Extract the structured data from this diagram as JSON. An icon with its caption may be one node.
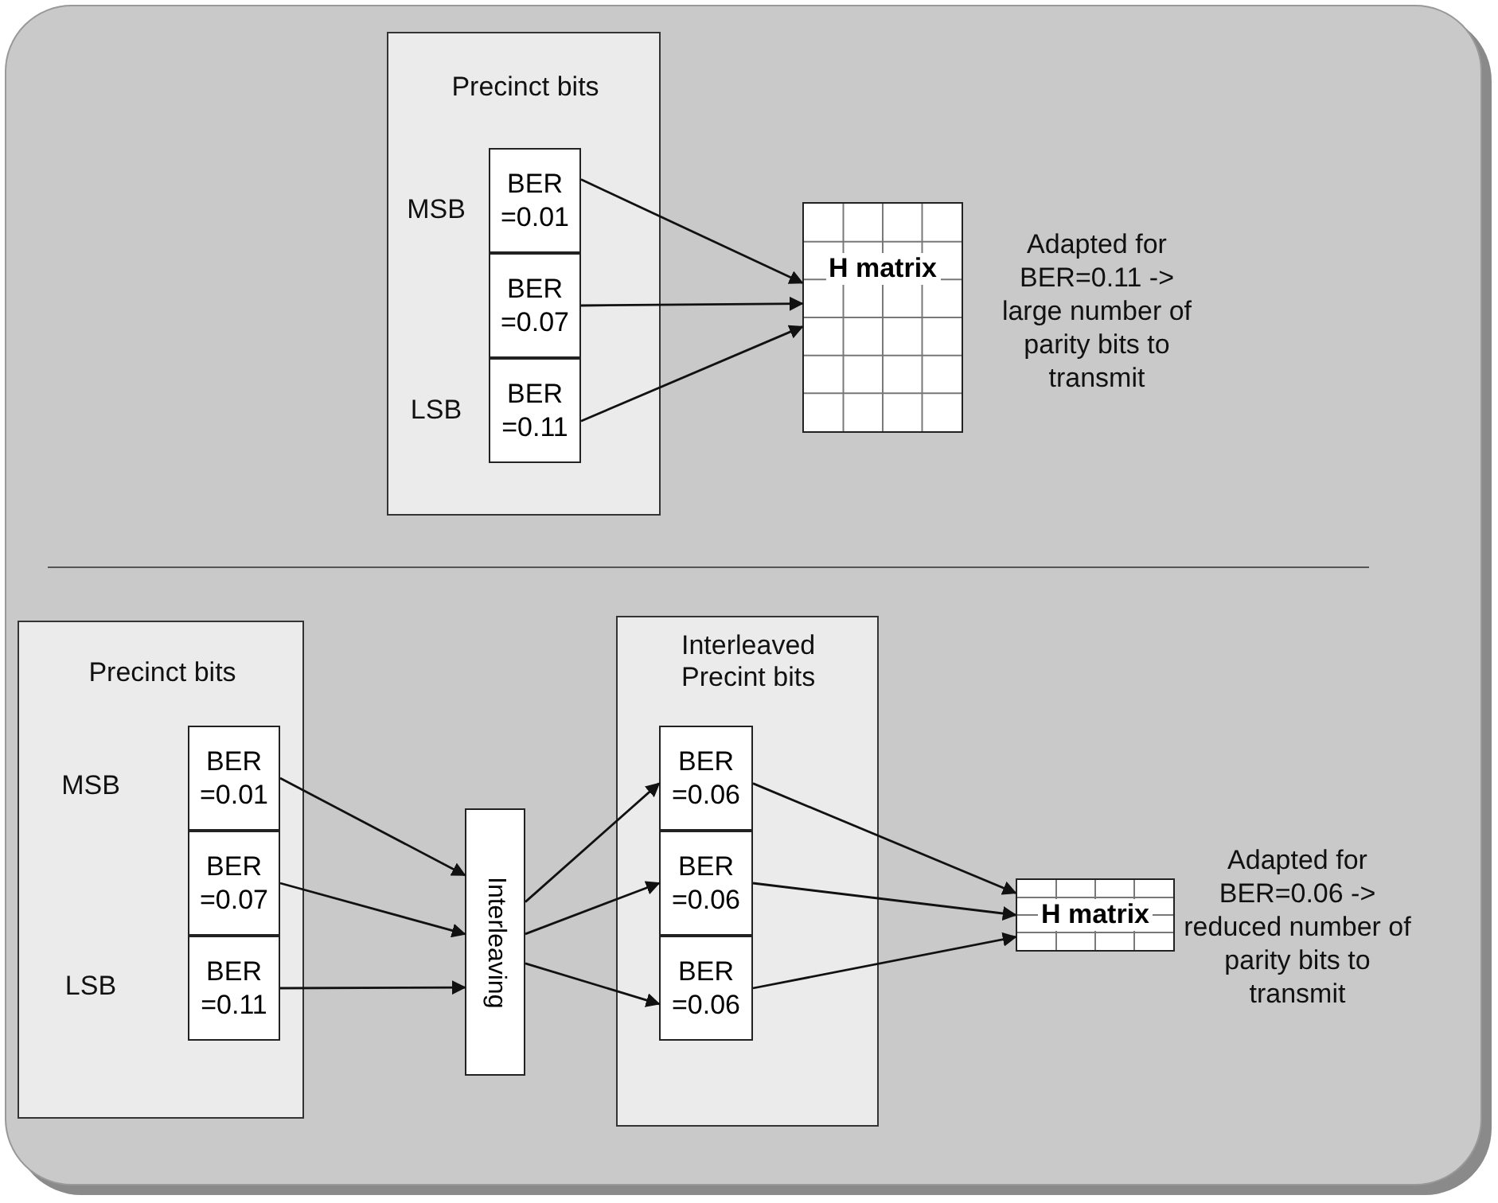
{
  "diagram": {
    "nodes": [
      {
        "text": [
          "Precinct bits"
        ]
      },
      {
        "text": [
          "BER =0.01"
        ],
        "in": 0,
        "beside": [
          "MSB"
        ]
      },
      {
        "text": [
          "BER =0.07"
        ],
        "in": 0
      },
      {
        "text": [
          "BER =0.11"
        ],
        "in": 0,
        "beside": [
          "LSB"
        ]
      },
      {
        "text": [
          "H matrix"
        ],
        "beside": [
          "Adapted for BER=0.11 -> large number of parity bits to transmit"
        ]
      },
      {
        "text": [
          "Precinct bits"
        ]
      },
      {
        "text": [
          "BER =0.01"
        ],
        "in": 5,
        "beside": [
          "MSB"
        ]
      },
      {
        "text": [
          "BER =0.07"
        ],
        "in": 5
      },
      {
        "text": [
          "BER =0.11"
        ],
        "in": 5,
        "beside": [
          "LSB"
        ]
      },
      {
        "text": [
          "Interleaving"
        ]
      },
      {
        "text": [
          "Interleaved Precint bits"
        ]
      },
      {
        "text": [
          "BER =0.06"
        ],
        "in": 10
      },
      {
        "text": [
          "BER =0.06"
        ],
        "in": 10
      },
      {
        "text": [
          "BER =0.06"
        ],
        "in": 10
      },
      {
        "text": [
          "H matrix"
        ],
        "beside": [
          "Adapted for BER=0.06 -> reduced number of parity bits to transmit"
        ]
      }
    ],
    "edges": [
      {
        "from": 1,
        "to": 4,
        "arrow": "to"
      },
      {
        "from": 2,
        "to": 4,
        "arrow": "to"
      },
      {
        "from": 3,
        "to": 4,
        "arrow": "to"
      },
      {
        "from": 6,
        "to": 9,
        "arrow": "to"
      },
      {
        "from": 7,
        "to": 9,
        "arrow": "to"
      },
      {
        "from": 8,
        "to": 9,
        "arrow": "to"
      },
      {
        "from": 9,
        "to": 11,
        "arrow": "to"
      },
      {
        "from": 9,
        "to": 12,
        "arrow": "to"
      },
      {
        "from": 9,
        "to": 13,
        "arrow": "to"
      },
      {
        "from": 11,
        "to": 14,
        "arrow": "to"
      },
      {
        "from": 12,
        "to": 14,
        "arrow": "to"
      },
      {
        "from": 13,
        "to": 14,
        "arrow": "to"
      }
    ]
  }
}
